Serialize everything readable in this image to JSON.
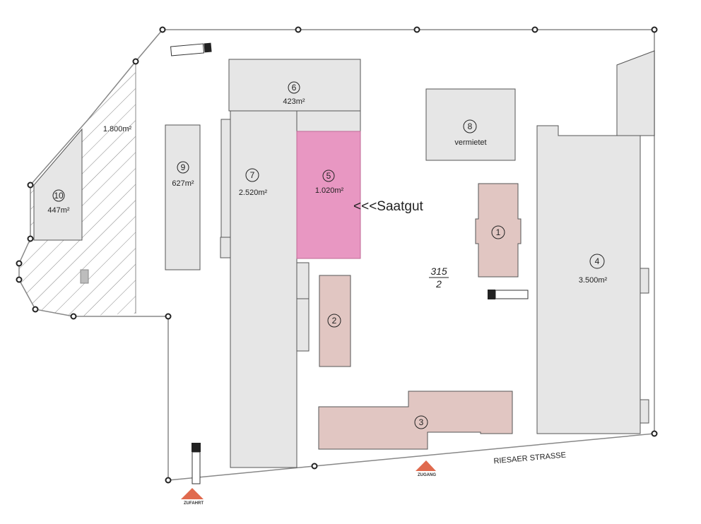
{
  "buildings": {
    "b1": {
      "number": "1"
    },
    "b2": {
      "number": "2"
    },
    "b3": {
      "number": "3"
    },
    "b4": {
      "number": "4",
      "area": "3.500m²"
    },
    "b5": {
      "number": "5",
      "area": "1.020m²"
    },
    "b6": {
      "number": "6",
      "area": "423m²"
    },
    "b7": {
      "number": "7",
      "area": "2.520m²"
    },
    "b8": {
      "number": "8",
      "area": "vermietet"
    },
    "b9": {
      "number": "9",
      "area": "627m²"
    },
    "b10": {
      "number": "10",
      "area": "447m²"
    }
  },
  "yard_area": "1.800m²",
  "highlight_label": "<<<Saatgut",
  "parcel": {
    "top": "315",
    "bottom": "2"
  },
  "street_name": "RIESAER STRASSE",
  "entrances": {
    "zugang": "ZUGANG",
    "zufahrt": "ZUFAHRT"
  },
  "colors": {
    "highlight": "#e897c2",
    "brown": "#e1c6c2",
    "grey": "#e6e6e6",
    "entrance": "#e06a4e"
  }
}
